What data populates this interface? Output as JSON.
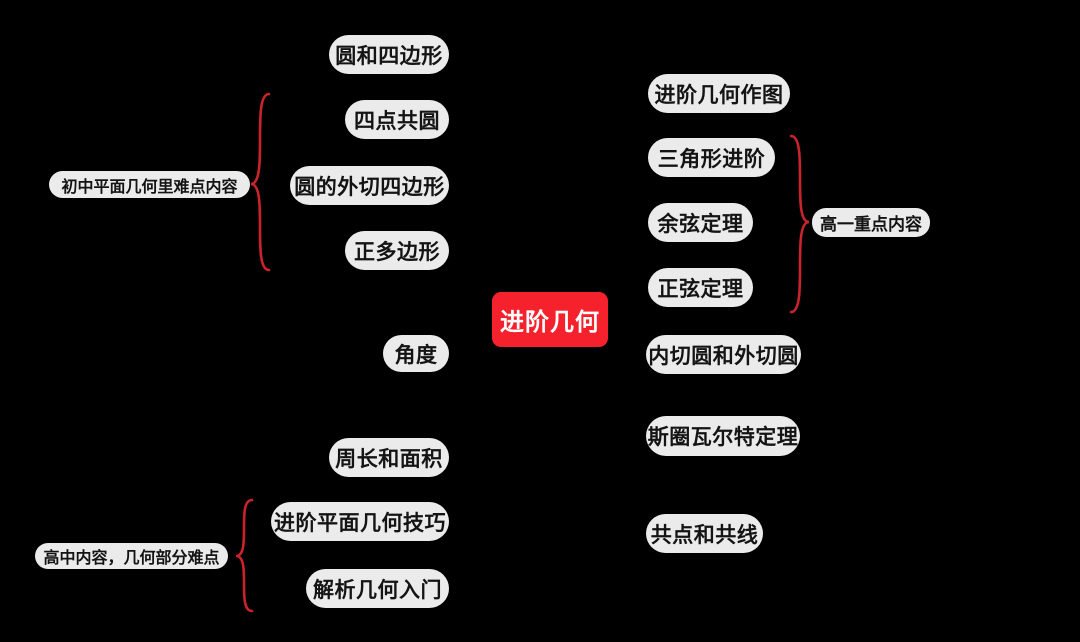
{
  "app": {
    "type": "mindmap",
    "background": "#000000"
  },
  "style": {
    "node_bg": "#ebebeb",
    "node_text": "#141414",
    "root_bg": "#f5222d",
    "root_text": "#ffffff",
    "brace_color": "#c9232c"
  },
  "root": {
    "label": "进阶几何"
  },
  "nodes": {
    "left": [
      {
        "label": "圆和四边形"
      },
      {
        "label": "四点共圆"
      },
      {
        "label": "圆的外切四边形"
      },
      {
        "label": "正多边形"
      },
      {
        "label": "角度"
      },
      {
        "label": "周长和面积"
      },
      {
        "label": "进阶平面几何技巧"
      },
      {
        "label": "解析几何入门"
      }
    ],
    "right": [
      {
        "label": "进阶几何作图"
      },
      {
        "label": "三角形进阶"
      },
      {
        "label": "余弦定理"
      },
      {
        "label": "正弦定理"
      },
      {
        "label": "内切圆和外切圆"
      },
      {
        "label": "斯圈瓦尔特定理"
      },
      {
        "label": "共点和共线"
      }
    ]
  },
  "group_labels": {
    "junior": {
      "label": "初中平面几何里难点内容",
      "applies_to": [
        "四点共圆",
        "圆的外切四边形",
        "正多边形"
      ]
    },
    "senior": {
      "label": "高中内容，几何部分难点",
      "applies_to": [
        "进阶平面几何技巧",
        "解析几何入门"
      ]
    },
    "grade10": {
      "label": "高一重点内容",
      "applies_to": [
        "三角形进阶",
        "余弦定理",
        "正弦定理"
      ]
    }
  }
}
